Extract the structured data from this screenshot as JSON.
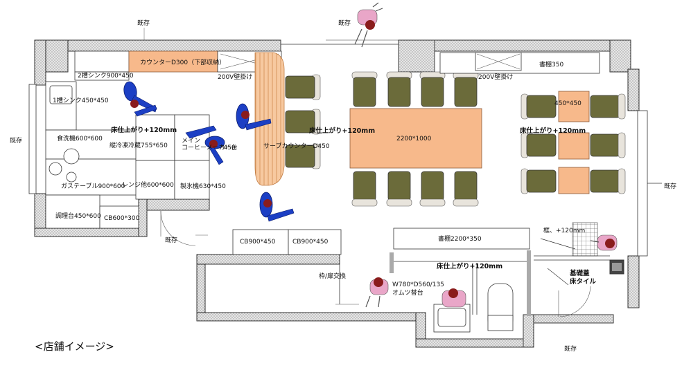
{
  "labels": {
    "existing_top": "既存",
    "existing_top2": "既存",
    "existing_left": "既存",
    "existing_right": "既存",
    "existing_door_left": "既存",
    "existing_door_bottom": "既存",
    "sink2": "2槽シンク900*450",
    "counter_top": "カウンターD300（下部収納）",
    "wall_200v_left": "200V壁掛け",
    "wall_200v_right": "200V壁掛け",
    "bookshelf350": "書棚350",
    "sink1": "1槽シンク450*450",
    "dishwasher": "食洗機600*600",
    "floor_kitchen": "床仕上がり+120mm",
    "fridge": "縦冷凍冷蔵755*650",
    "coffee_1": "メイン",
    "coffee_2": "コーヒーメーカー台",
    "coffee_size": "*450",
    "gas_table": "ガステーブル900*600",
    "range": "レンジ他600*600",
    "ice_maker": "製氷機630*450",
    "prep_table": "調理台450*600",
    "cb600": "CB600*300",
    "serve_counter": "サーブカウンターD450",
    "floor_main": "床仕上がり+120mm",
    "big_table": "2200*1000",
    "small_table": "450*450",
    "floor_right": "床仕上がり+120mm",
    "cb900_1": "CB900*450",
    "cb900_2": "CB900*450",
    "bookshelf2200": "書棚2200*350",
    "frame_note": "框、+120mm",
    "baseboard": "基礎蓋",
    "floor_tile": "床タイル",
    "frame_door": "枠/扉交換",
    "floor_wc": "床仕上がり+120mm",
    "sink_stand_1": "W780*D560/135",
    "sink_stand_2": "オムツ替台",
    "caption": "<店舗イメージ>"
  },
  "colors": {
    "counter": "#f7b98b",
    "serve_counter": "#f5c69a",
    "chair": "#6b6b3a",
    "staff_body": "#1c3fc4",
    "staff_head": "#8a1c1c",
    "customer_body": "#e9a6c8",
    "wall_hatch": "#9a9a9a"
  }
}
